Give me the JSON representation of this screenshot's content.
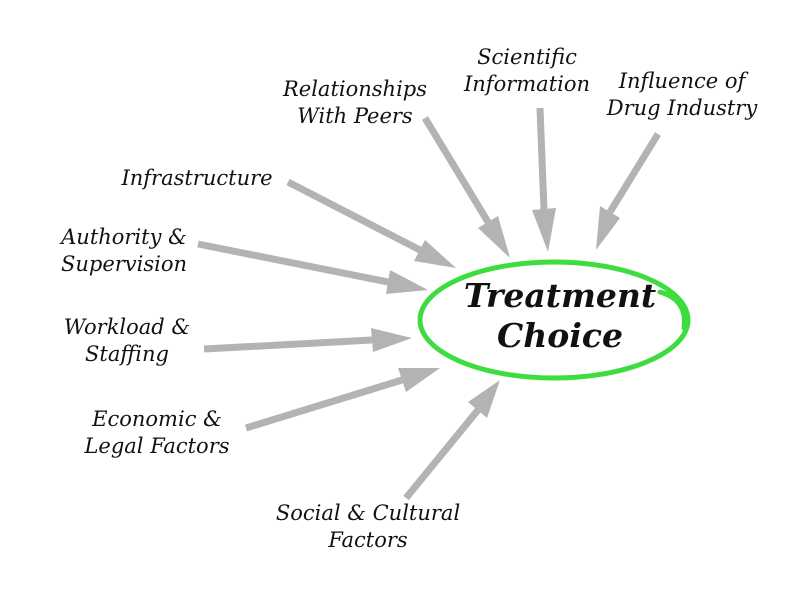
{
  "center": {
    "line1": "Treatment",
    "line2": "Choice",
    "ring_color": "#3fdc3f"
  },
  "arrow_color": "#b3b3b3",
  "factors": [
    {
      "id": "relationships",
      "line1": "Relationships",
      "line2": "With Peers"
    },
    {
      "id": "scientific",
      "line1": "Scientific",
      "line2": "Information"
    },
    {
      "id": "drug-industry",
      "line1": "Influence of",
      "line2": "Drug Industry"
    },
    {
      "id": "infrastructure",
      "line1": "Infrastructure",
      "line2": ""
    },
    {
      "id": "authority",
      "line1": "Authority &",
      "line2": "Supervision"
    },
    {
      "id": "workload",
      "line1": "Workload &",
      "line2": "Staffing"
    },
    {
      "id": "economic",
      "line1": "Economic &",
      "line2": "Legal Factors"
    },
    {
      "id": "social",
      "line1": "Social & Cultural",
      "line2": "Factors"
    }
  ]
}
